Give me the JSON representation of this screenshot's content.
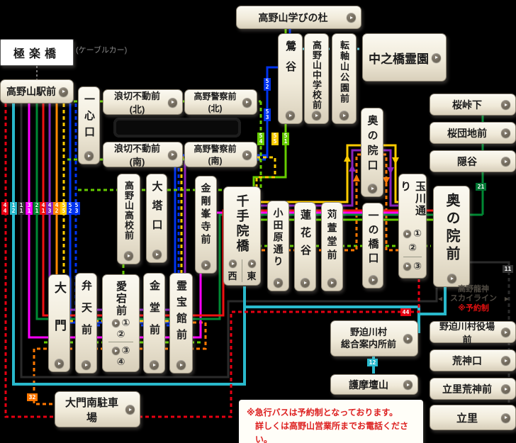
{
  "labels": {
    "cable_car": "(ケーブルカー)",
    "skyline_line1": "高野龍神",
    "skyline_line2": "スカイライン",
    "skyline_note": "※予約制",
    "arrow_left": "◀",
    "arrow_right": "▶"
  },
  "notice": {
    "line1": "※急行バスは予約制となっております。",
    "line2": "詳しくは高野山営業所までお電話ください。"
  },
  "marks": {
    "p1": "①",
    "p2": "②",
    "p3": "③",
    "p4": "④"
  },
  "stations": {
    "gokurakubashi": {
      "name": "極楽橋"
    },
    "koyasan_ekimae": {
      "name": "高野山駅前"
    },
    "manabinomori": {
      "name": "高野山学びの杜"
    },
    "uguisudani": {
      "name": "鶯谷"
    },
    "chugakko_mae": {
      "name": "高野山中学校前"
    },
    "tenjikuyama_koen_mae": {
      "name": "転軸山公園前"
    },
    "nakanohashi_reien": {
      "name": "中之橋霊園"
    },
    "sakuratoge_shita": {
      "name": "桜峠下"
    },
    "sakuradanchi_mae": {
      "name": "桜団地前"
    },
    "kakuredani": {
      "name": "隠谷"
    },
    "isshinguchi": {
      "name": "一心口"
    },
    "namikiri_fudo_mae_kita": {
      "name": "浪切不動前(北)"
    },
    "koya_keisatsu_mae_kita": {
      "name": "高野警察前 (北)"
    },
    "namikiri_fudo_mae_minami": {
      "name": "浪切不動前(南)"
    },
    "koya_keisatsu_mae_minami": {
      "name": "高野警察前 (南)"
    },
    "koyasan_koko_mae": {
      "name": "高野山高校前"
    },
    "daitoguchi": {
      "name": "大塔口"
    },
    "kongobuji_mae": {
      "name": "金剛峯寺前"
    },
    "senjuinbashi": {
      "name": "千手院橋",
      "west": "西",
      "east": "東"
    },
    "odawaradori": {
      "name": "小田原通り"
    },
    "rengedani": {
      "name": "蓮花谷"
    },
    "karukayado_mae": {
      "name": "苅萱堂前"
    },
    "okunoinguchi": {
      "name": "奥の院口"
    },
    "ichinohashiguchi": {
      "name": "一の橋口"
    },
    "tamagawadori": {
      "name": "玉川通り"
    },
    "okunoin_mae": {
      "name": "奥の院前"
    },
    "daimon": {
      "name": "大門"
    },
    "benten_mae": {
      "name": "弁天前"
    },
    "atago_mae": {
      "name": "愛宕前"
    },
    "kondo_mae": {
      "name": "金堂前"
    },
    "reihokan_mae": {
      "name": "霊宝館前"
    },
    "daimon_minami_chushajo": {
      "name": "大門南駐車場"
    },
    "nosegawa_annaijo": {
      "line1": "野迫川村",
      "line2": "総合案内所前"
    },
    "gomadanzan": {
      "name": "護摩壇山"
    },
    "nosegawa_yakuba_mae": {
      "name": "野迫川村役場前"
    },
    "kojinguchi": {
      "name": "荒神口"
    },
    "tateri_kojin_mae": {
      "name": "立里荒神前"
    },
    "tateri": {
      "name": "立里"
    }
  },
  "routes": {
    "r11": {
      "no": "11",
      "color": "#333333"
    },
    "r12": {
      "no": "12",
      "color": "#29b9cc"
    },
    "r21": {
      "no": "21",
      "color": "#008833"
    },
    "r31": {
      "no": "31",
      "color": "#ff00ff"
    },
    "r32": {
      "no": "32",
      "color": "#ff7700"
    },
    "r41": {
      "no": "41",
      "color": "#ee1111"
    },
    "r42": {
      "no": "42",
      "color": "#ff8800"
    },
    "r43": {
      "no": "43",
      "color": "#8822bb"
    },
    "r44": {
      "no": "44",
      "color": "#e60012"
    },
    "r51": {
      "no": "51",
      "color": "#66cc00"
    },
    "r52": {
      "no": "52",
      "color": "#0033ee"
    },
    "r53": {
      "no": "53",
      "color": "#0033ee"
    },
    "r54": {
      "no": "54",
      "color": "#66cc00"
    },
    "r55": {
      "no": "55",
      "color": "#ffcc00"
    }
  }
}
